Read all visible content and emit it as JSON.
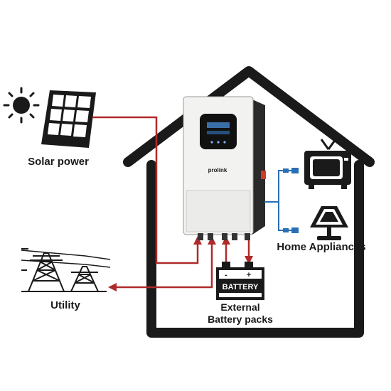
{
  "labels": {
    "solar": "Solar power",
    "utility": "Utility",
    "appliances": "Home Appliances",
    "battery_pack_line1": "External",
    "battery_pack_line2": "Battery packs"
  },
  "inverter": {
    "brand": "prolink"
  },
  "battery": {
    "label": "BATTERY",
    "neg": "-",
    "pos": "+"
  },
  "colors": {
    "power_line": "#b02a2a",
    "appliance_line": "#2a6fb5",
    "house_outline": "#1a1a1a",
    "inverter_body": "#f2f2f0",
    "inverter_screen": "#111111"
  },
  "icons": [
    "sun-icon",
    "solar-panel-icon",
    "power-pylon-icon",
    "tv-icon",
    "lamp-icon",
    "battery-icon",
    "inverter-icon"
  ]
}
